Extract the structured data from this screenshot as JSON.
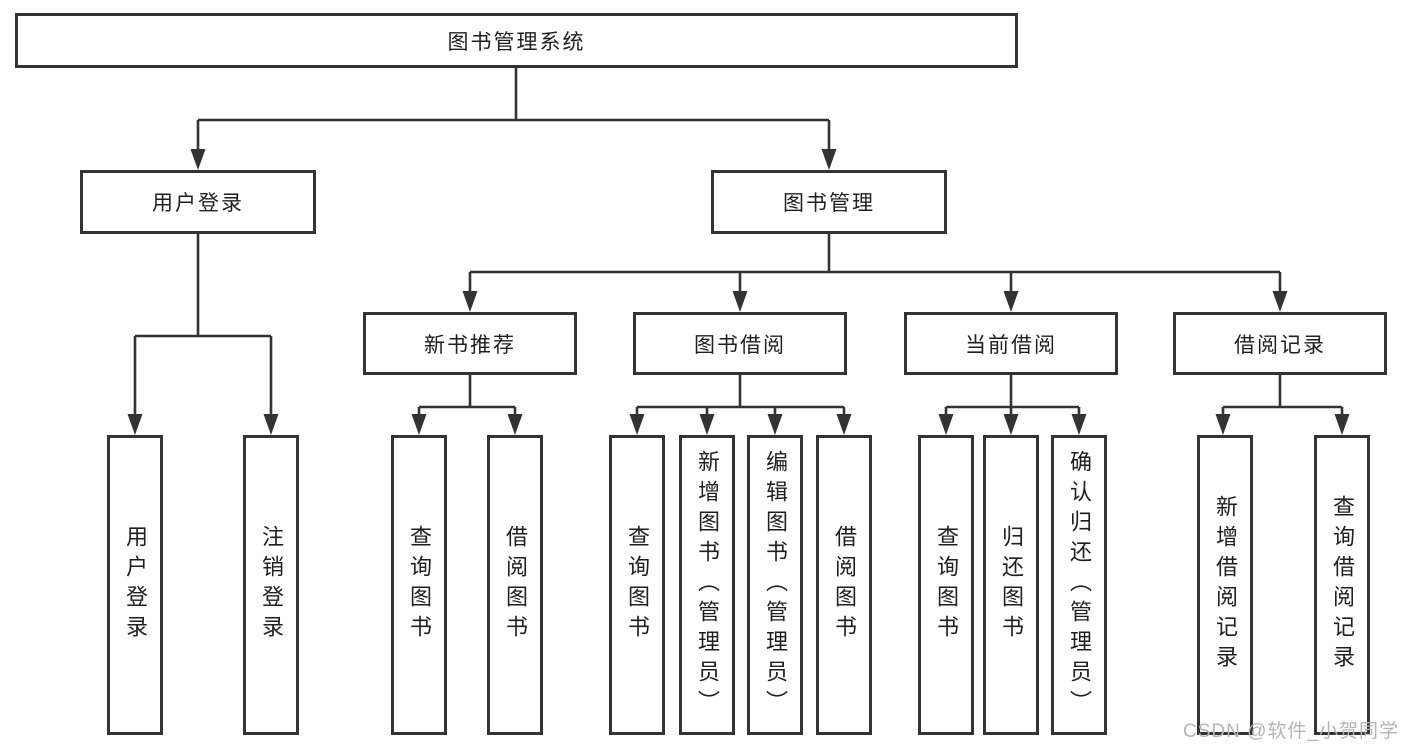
{
  "tree": {
    "root": {
      "label": "图书管理系统"
    },
    "children": [
      {
        "label": "用户登录",
        "children": [
          {
            "label": "用户登录"
          },
          {
            "label": "注销登录"
          }
        ]
      },
      {
        "label": "图书管理",
        "children": [
          {
            "label": "新书推荐",
            "children": [
              {
                "label": "查询图书"
              },
              {
                "label": "借阅图书"
              }
            ]
          },
          {
            "label": "图书借阅",
            "children": [
              {
                "label": "查询图书"
              },
              {
                "label": "新增图书（管理员）"
              },
              {
                "label": "编辑图书（管理员）"
              },
              {
                "label": "借阅图书"
              }
            ]
          },
          {
            "label": "当前借阅",
            "children": [
              {
                "label": "查询图书"
              },
              {
                "label": "归还图书"
              },
              {
                "label": "确认归还（管理员）"
              }
            ]
          },
          {
            "label": "借阅记录",
            "children": [
              {
                "label": "新增借阅记录"
              },
              {
                "label": "查询借阅记录"
              }
            ]
          }
        ]
      }
    ]
  },
  "watermark": {
    "text": "CSDN @软件_小贺同学"
  },
  "colors": {
    "line": "#333333",
    "box_border": "#333333",
    "text": "#1f1f1f",
    "watermark": "#b4b4b4",
    "background": "#ffffff"
  }
}
